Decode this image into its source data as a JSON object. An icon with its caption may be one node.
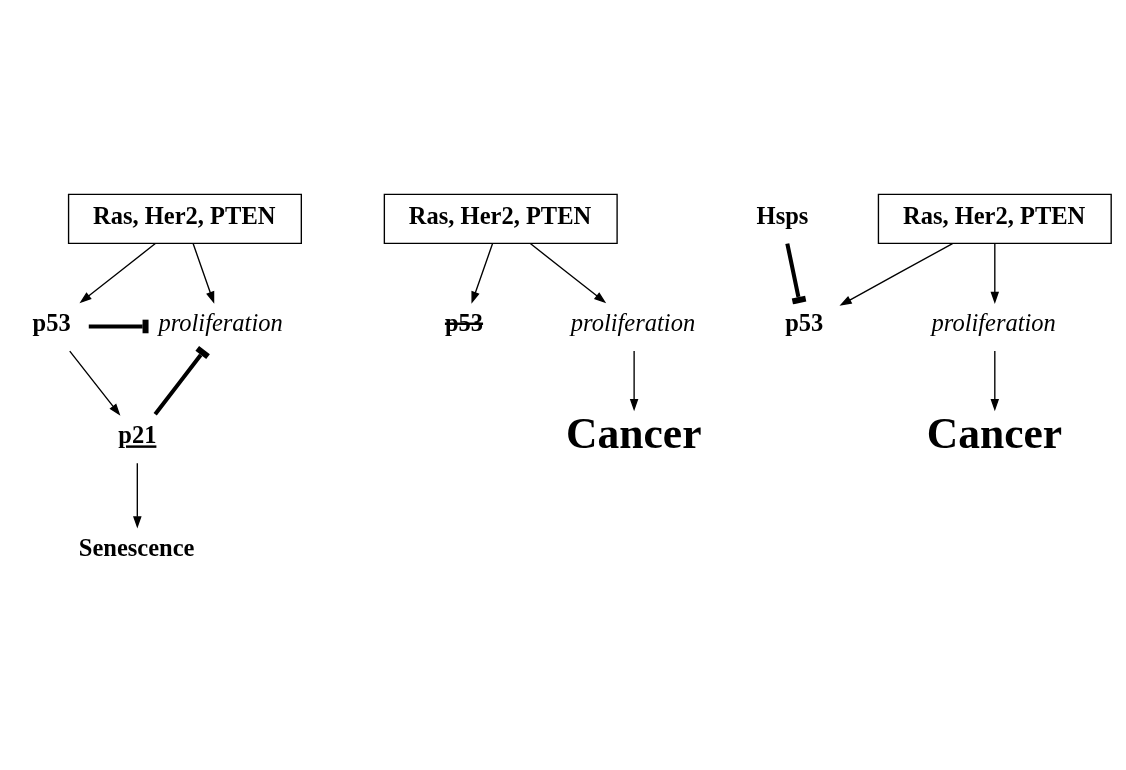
{
  "diagram": {
    "nodes": [
      {
        "text": [
          "Ras, Her2, PTEN"
        ]
      },
      {
        "text": [
          "p53"
        ]
      },
      {
        "text": [
          "proliferation"
        ]
      },
      {
        "text": [
          "p21"
        ]
      },
      {
        "text": [
          "Senescence"
        ]
      },
      {
        "text": [
          "Ras, Her2, PTEN"
        ]
      },
      {
        "text": [
          "p53"
        ]
      },
      {
        "text": [
          "proliferation"
        ]
      },
      {
        "text": [
          "Cancer"
        ]
      },
      {
        "text": [
          "Ras, Her2, PTEN"
        ]
      },
      {
        "text": [
          "Hsps"
        ]
      },
      {
        "text": [
          "p53"
        ]
      },
      {
        "text": [
          "proliferation"
        ]
      },
      {
        "text": [
          "Cancer"
        ]
      }
    ],
    "edges": [
      {
        "from": 0,
        "to": 1,
        "arrow": "to"
      },
      {
        "from": 0,
        "to": 2,
        "arrow": "to"
      },
      {
        "from": 1,
        "to": 2,
        "arrow": "other",
        "style": "thick"
      },
      {
        "from": 1,
        "to": 3,
        "arrow": "to"
      },
      {
        "from": 3,
        "to": 4,
        "arrow": "to"
      },
      {
        "from": 3,
        "to": 2,
        "arrow": "other",
        "style": "thick"
      },
      {
        "from": 5,
        "to": 6,
        "arrow": "to"
      },
      {
        "from": 5,
        "to": 7,
        "arrow": "to"
      },
      {
        "from": 7,
        "to": 8,
        "arrow": "to"
      },
      {
        "from": 9,
        "to": 11,
        "arrow": "to"
      },
      {
        "from": 9,
        "to": 12,
        "arrow": "to"
      },
      {
        "from": 10,
        "to": 11,
        "arrow": "other",
        "style": "thick"
      },
      {
        "from": 12,
        "to": 13,
        "arrow": "to"
      }
    ]
  }
}
